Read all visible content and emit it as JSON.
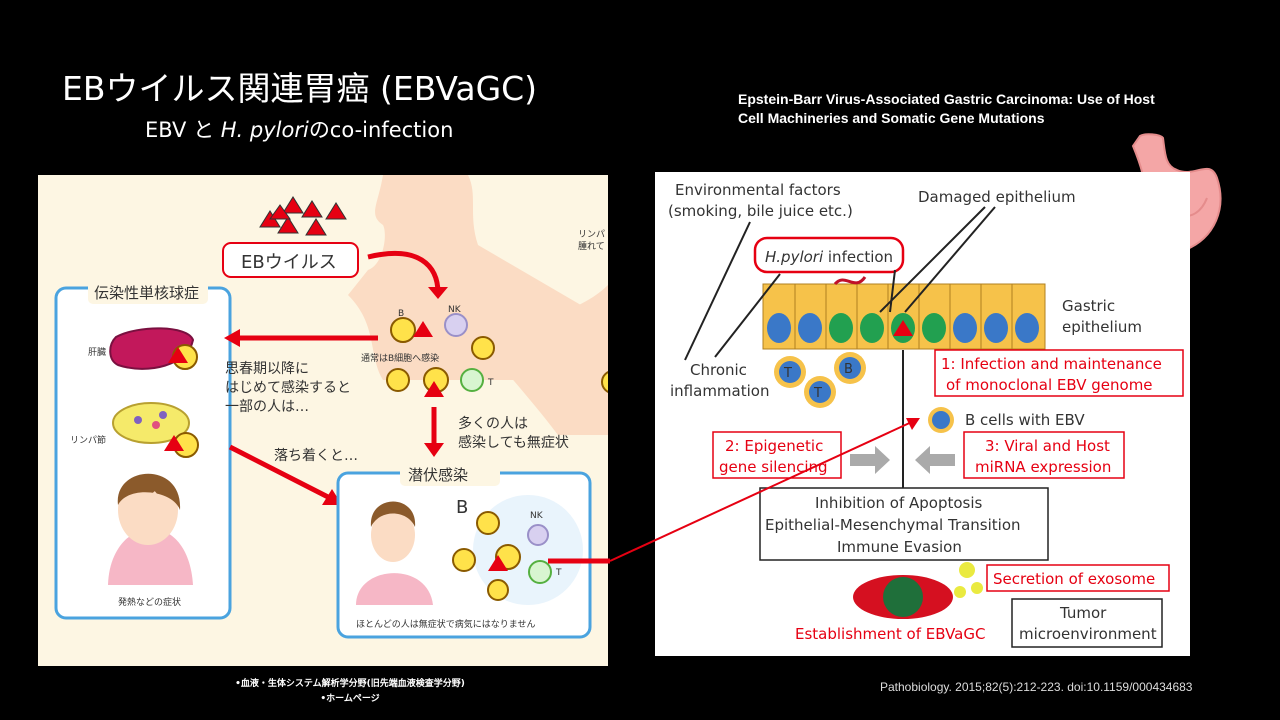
{
  "slide": {
    "title": "EBウイルス関連胃癌 (EBVaGC)",
    "subtitle_pre": "EBV と ",
    "subtitle_italic": "H. pylori",
    "subtitle_post": "のco-infection",
    "paper_title": "Epstein-Barr Virus-Associated Gastric Carcinoma: Use of Host Cell Machineries and Somatic Gene Mutations",
    "credit_line1": "•血液・生体システム解析学分野(旧先端血液検査学分野)",
    "credit_line2": "•ホームページ",
    "citation": "Pathobiology. 2015;82(5):212-223. doi:10.1159/000434683"
  },
  "left": {
    "ebv_label": "EBウイルス",
    "mono_box_title": "伝染性単核球症",
    "liver_label": "肝臓",
    "lymph_label": "リンパ節",
    "fever_label": "発熱などの症状",
    "puberty_line1": "思春期以降に",
    "puberty_line2": "はじめて感染すると",
    "puberty_line3": "一部の人は…",
    "settle_text": "落ち着くと…",
    "normal_text": "通常はB細胞へ感染",
    "many_line1": "多くの人は",
    "many_line2": "感染しても無症状",
    "latent_title": "潜伏感染",
    "latent_footer": "ほとんどの人は無症状で病気にはなりません",
    "cell_b": "B",
    "cell_nk": "NK",
    "cell_t": "T",
    "big_b": "B",
    "cut_line1": "リンパ",
    "cut_line2": "腫れて"
  },
  "right": {
    "env_line1": "Environmental factors",
    "env_line2": "(smoking, bile juice etc.)",
    "damaged": "Damaged epithelium",
    "hpylori_italic": "H.pylori",
    "hpylori_rest": " infection",
    "gastric_line1": "Gastric",
    "gastric_line2": "epithelium",
    "chronic_line1": "Chronic",
    "chronic_line2": "inflammation",
    "box1_line1": "1: Infection and maintenance",
    "box1_line2": "of monoclonal EBV genome",
    "bcells": "B cells with EBV",
    "box2_line1": "2: Epigenetic",
    "box2_line2": "gene silencing",
    "box3_line1": "3: Viral and Host",
    "box3_line2": "miRNA expression",
    "mech_line1": "Inhibition of Apoptosis",
    "mech_line2": "Epithelial-Mesenchymal Transition",
    "mech_line3": "Immune Evasion",
    "exosome": "Secretion of exosome",
    "tumor_line1": "Tumor",
    "tumor_line2": "microenvironment",
    "establish": "Establishment of EBVaGC",
    "tcell": "T",
    "bcell": "B"
  },
  "colors": {
    "accent_red": "#e60012",
    "box_blue": "#4aa3df",
    "stomach_pink": "#f4a6a6"
  }
}
